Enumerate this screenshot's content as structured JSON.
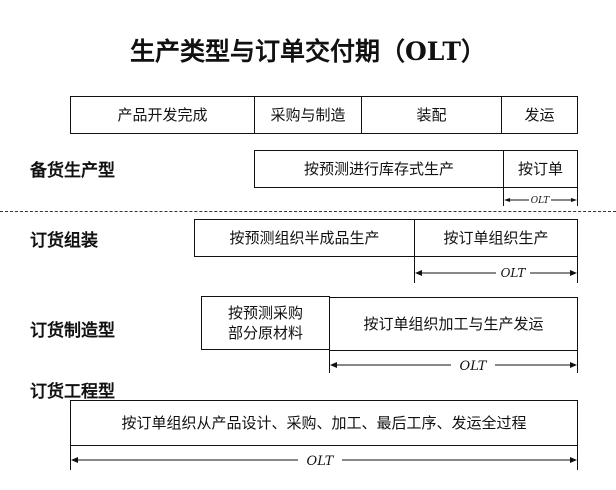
{
  "title": "生产类型与订单交付期（OLT）",
  "header_stages": [
    "产品开发完成",
    "采购与制造",
    "装配",
    "发运"
  ],
  "rows": [
    {
      "label": "备货生产型",
      "boxes": [
        "按预测进行库存式生产",
        "按订单"
      ],
      "olt": "OLT"
    },
    {
      "label": "订货组装",
      "boxes": [
        "按预测组织半成品生产",
        "按订单组织生产"
      ],
      "olt": "OLT"
    },
    {
      "label": "订货制造型",
      "boxes": [
        "按预测采购\n部分原材料",
        "按订单组织加工与生产发运"
      ],
      "olt": "OLT"
    },
    {
      "label": "订货工程型",
      "boxes": [
        "按订单组织从产品设计、采购、加工、最后工序、发运全过程"
      ],
      "olt": "OLT"
    }
  ]
}
